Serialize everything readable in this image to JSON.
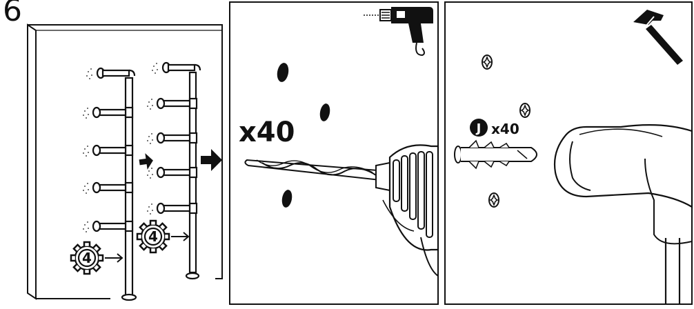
{
  "step": {
    "number": "6"
  },
  "panel1": {
    "badge_left": "4",
    "badge_right": "4"
  },
  "panel2": {
    "quantity_label": "x40"
  },
  "panel3": {
    "part_letter": "J",
    "quantity_label": "x40"
  },
  "colors": {
    "ink": "#111111",
    "paper": "#ffffff"
  }
}
